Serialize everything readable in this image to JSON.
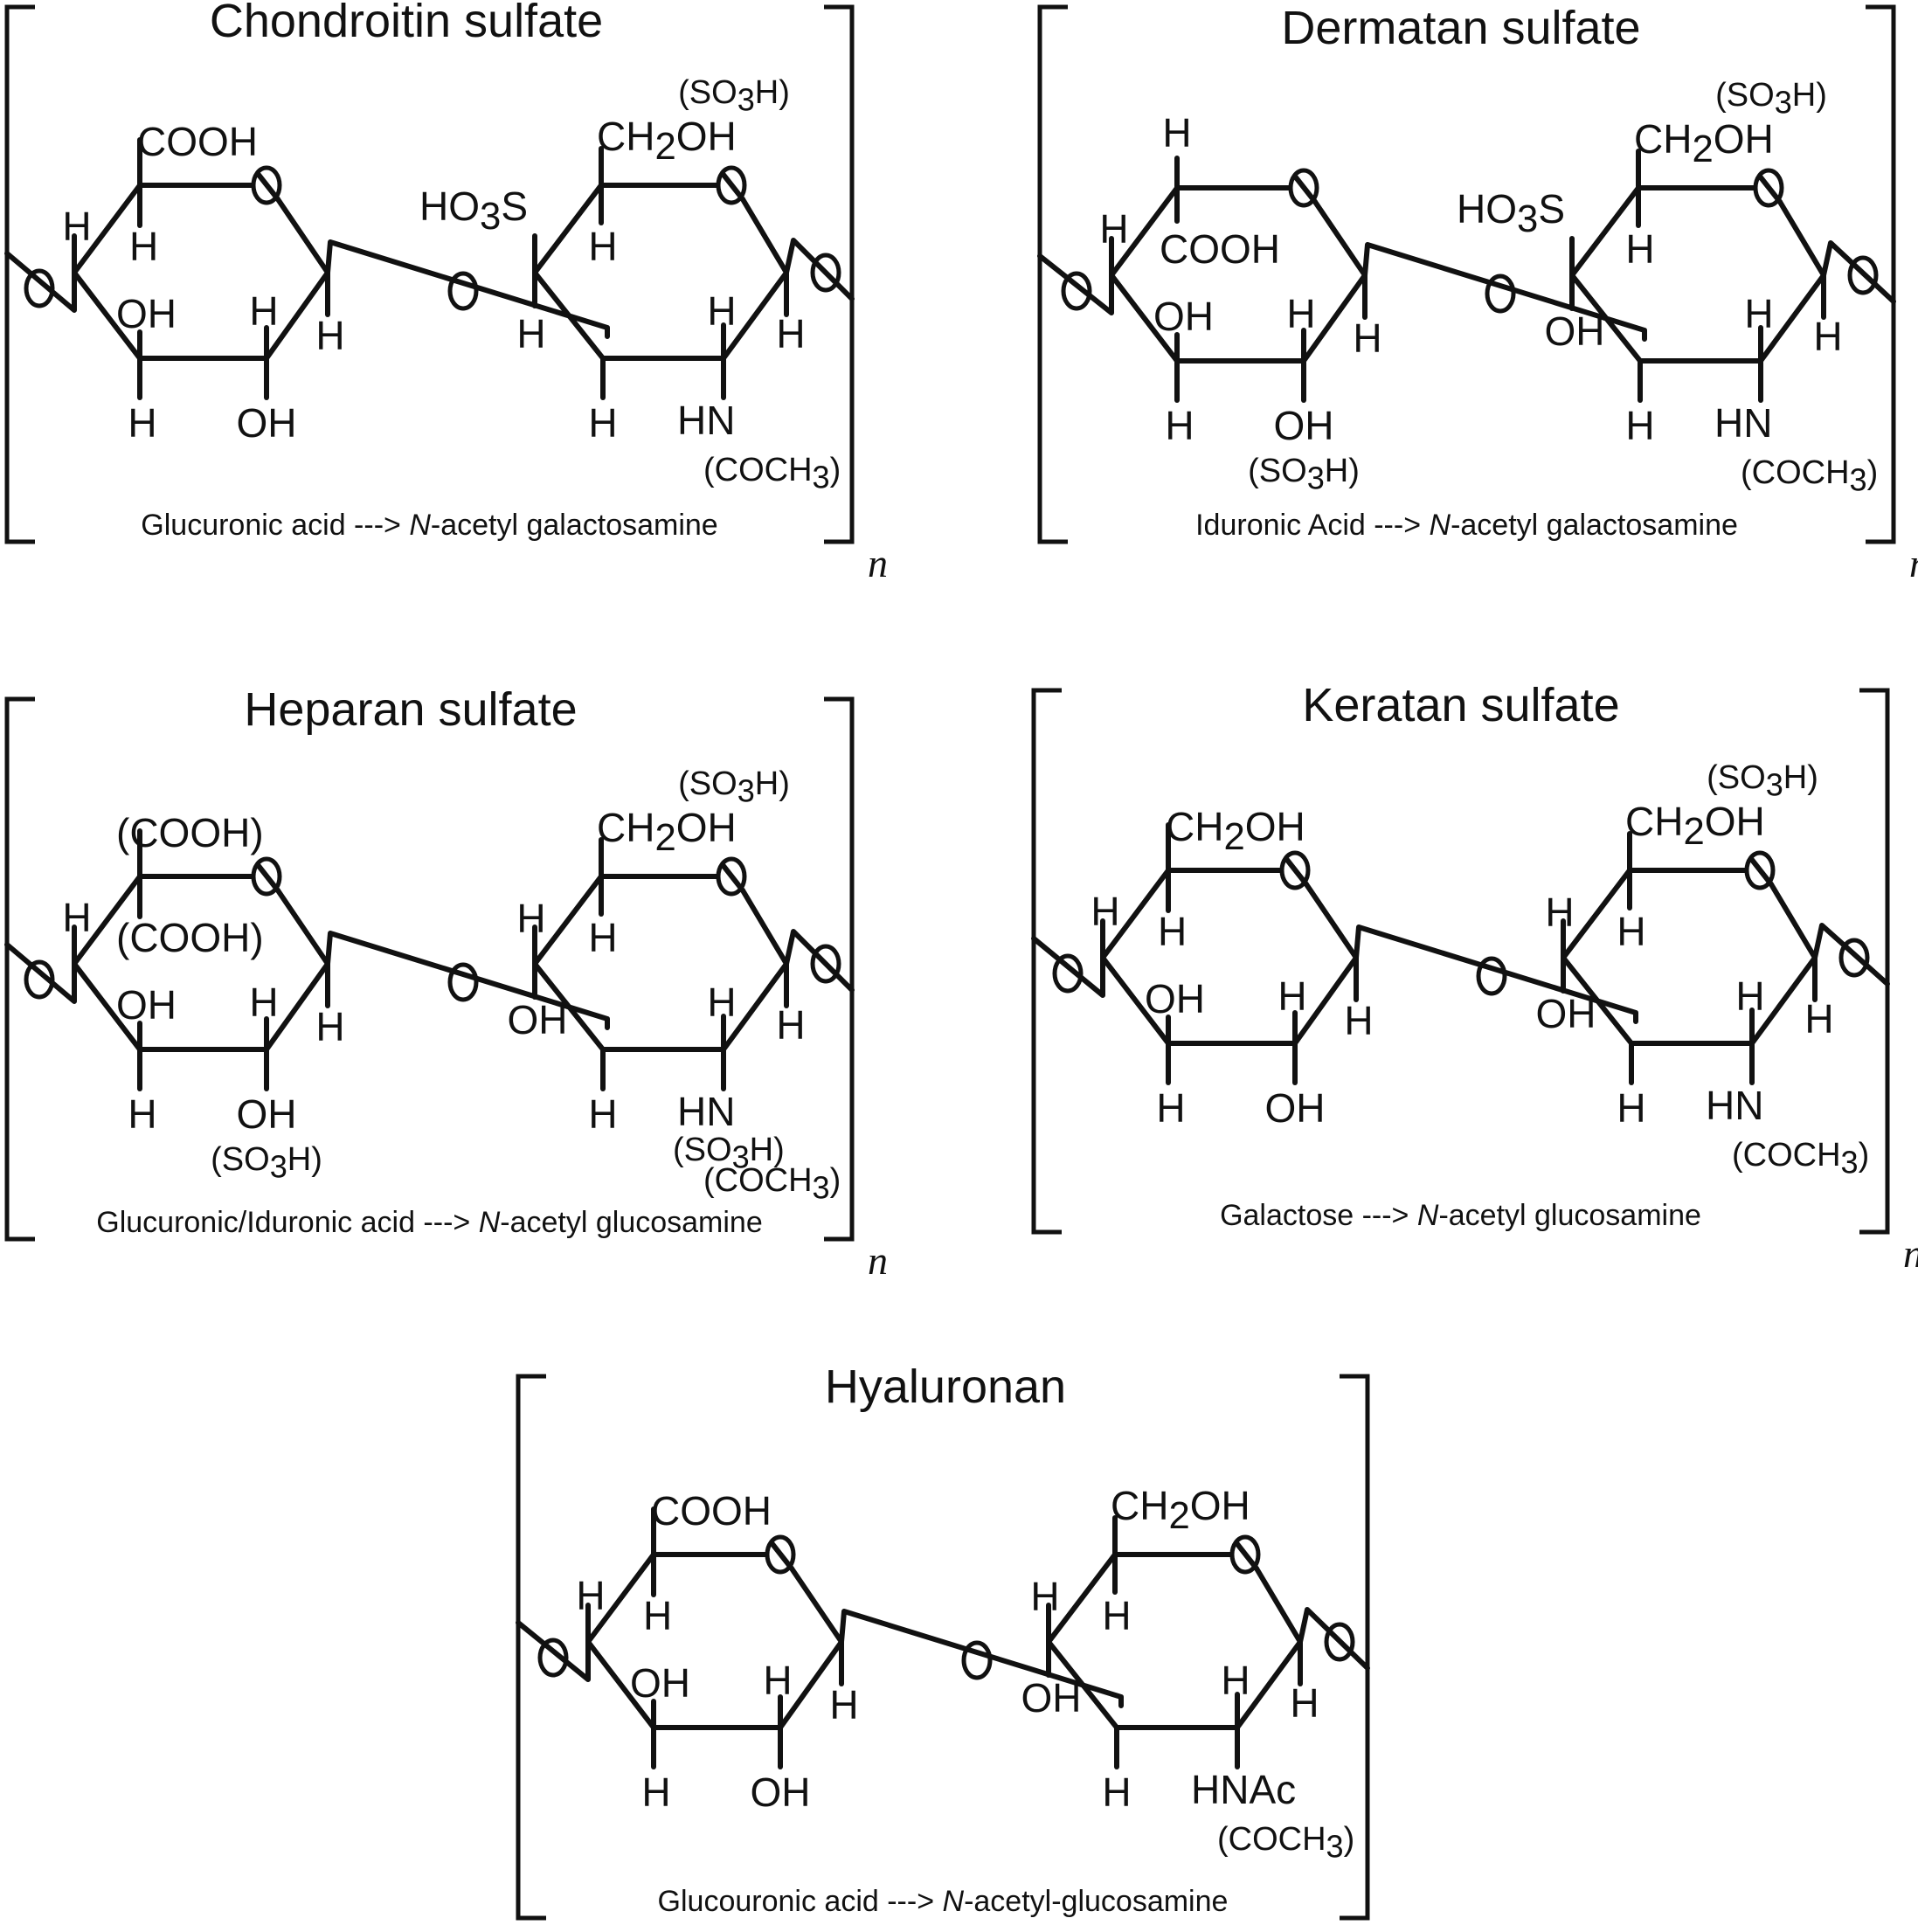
{
  "figure": {
    "repeat_symbol": "n",
    "ring_oxygen_symbol": "O",
    "panels": [
      {
        "id": "chondroitin",
        "title": "Chondroitin sulfate",
        "caption_pre": "Glucuronic acid ---> ",
        "caption_italic": "N",
        "caption_post": "-acetyl galactosamine",
        "ring1": {
          "top": "COOH",
          "top_inner": "H",
          "left_upper": "H",
          "bottom_left_up": "OH",
          "bottom_left_down": "H",
          "bottom_right_up": "H",
          "bottom_right_down": "OH",
          "bottom_right_down_extra": "",
          "right_down": "H"
        },
        "ring2": {
          "top_extra": "(SO3H)",
          "top": "CH2OH",
          "top_inner": "H",
          "left_upper_label": "HO3S",
          "left_upper": "",
          "left_lower": "H",
          "bottom_left_down": "H",
          "bottom_right_up": "H",
          "bottom_right_down": "HN",
          "bottom_right_down_extra": "",
          "bottom_right_down_extra2": "(COCH3)",
          "right_down": "H"
        }
      },
      {
        "id": "dermatan",
        "title": "Dermatan sulfate",
        "caption_pre": "Iduronic Acid  ---> ",
        "caption_italic": "N",
        "caption_post": "-acetyl galactosamine",
        "ring1": {
          "top": "H",
          "top_inner": "COOH",
          "left_upper": "H",
          "bottom_left_up": "OH",
          "bottom_left_down": "H",
          "bottom_right_up": "H",
          "bottom_right_down": "OH",
          "bottom_right_down_extra": "(SO3H)",
          "right_down": "H"
        },
        "ring2": {
          "top_extra": "(SO3H)",
          "top": "CH2OH",
          "top_inner": "H",
          "left_upper_label": "HO3S",
          "left_upper": "",
          "left_lower": "OH",
          "bottom_left_down": "H",
          "bottom_right_up": "H",
          "bottom_right_down": "HN",
          "bottom_right_down_extra": "",
          "bottom_right_down_extra2": "(COCH3)",
          "right_down": "H"
        }
      },
      {
        "id": "heparan",
        "title": "Heparan sulfate",
        "caption_pre": "Glucuronic/Iduronic acid ---> ",
        "caption_italic": "N",
        "caption_post": "-acetyl glucosamine",
        "ring1": {
          "top": "(COOH)",
          "top_inner": "(COOH)",
          "left_upper": "H",
          "bottom_left_up": "OH",
          "bottom_left_down": "H",
          "bottom_right_up": "H",
          "bottom_right_down": "OH",
          "bottom_right_down_extra": "(SO3H)",
          "right_down": "H"
        },
        "ring2": {
          "top_extra": "(SO3H)",
          "top": "CH2OH",
          "top_inner": "H",
          "left_upper_label": "",
          "left_upper": "H",
          "left_lower": "OH",
          "bottom_left_down": "H",
          "bottom_right_up": "H",
          "bottom_right_down": "HN",
          "bottom_right_down_extra": "(SO3H)",
          "bottom_right_down_extra2": "(COCH3)",
          "right_down": "H"
        }
      },
      {
        "id": "keratan",
        "title": "Keratan sulfate",
        "caption_pre": "Galactose ---> ",
        "caption_italic": "N",
        "caption_post": "-acetyl glucosamine",
        "ring1": {
          "top": "CH2OH",
          "top_inner": "H",
          "left_upper": "H",
          "bottom_left_up": "OH",
          "bottom_left_down": "H",
          "bottom_right_up": "H",
          "bottom_right_down": "OH",
          "bottom_right_down_extra": "",
          "right_down": "H"
        },
        "ring2": {
          "top_extra": "(SO3H)",
          "top": "CH2OH",
          "top_inner": "H",
          "left_upper_label": "",
          "left_upper": "H",
          "left_lower": "OH",
          "bottom_left_down": "H",
          "bottom_right_up": "H",
          "bottom_right_down": "HN",
          "bottom_right_down_extra": "",
          "bottom_right_down_extra2": "(COCH3)",
          "right_down": "H"
        }
      },
      {
        "id": "hyaluronan",
        "title": "Hyaluronan",
        "caption_pre": "Glucouronic acid ---> ",
        "caption_italic": "N",
        "caption_post": "-acetyl-glucosamine",
        "ring1": {
          "top": "COOH",
          "top_inner": "H",
          "left_upper": "H",
          "bottom_left_up": "OH",
          "bottom_left_down": "H",
          "bottom_right_up": "H",
          "bottom_right_down": "OH",
          "bottom_right_down_extra": "",
          "right_down": "H"
        },
        "ring2": {
          "top_extra": "",
          "top": "CH2OH",
          "top_inner": "H",
          "left_upper_label": "",
          "left_upper": "H",
          "left_lower": "OH",
          "bottom_left_down": "H",
          "bottom_right_up": "H",
          "bottom_right_down": "HNAc",
          "bottom_right_down_extra": "",
          "bottom_right_down_extra2": "(COCH3)",
          "right_down": "H"
        }
      }
    ]
  }
}
